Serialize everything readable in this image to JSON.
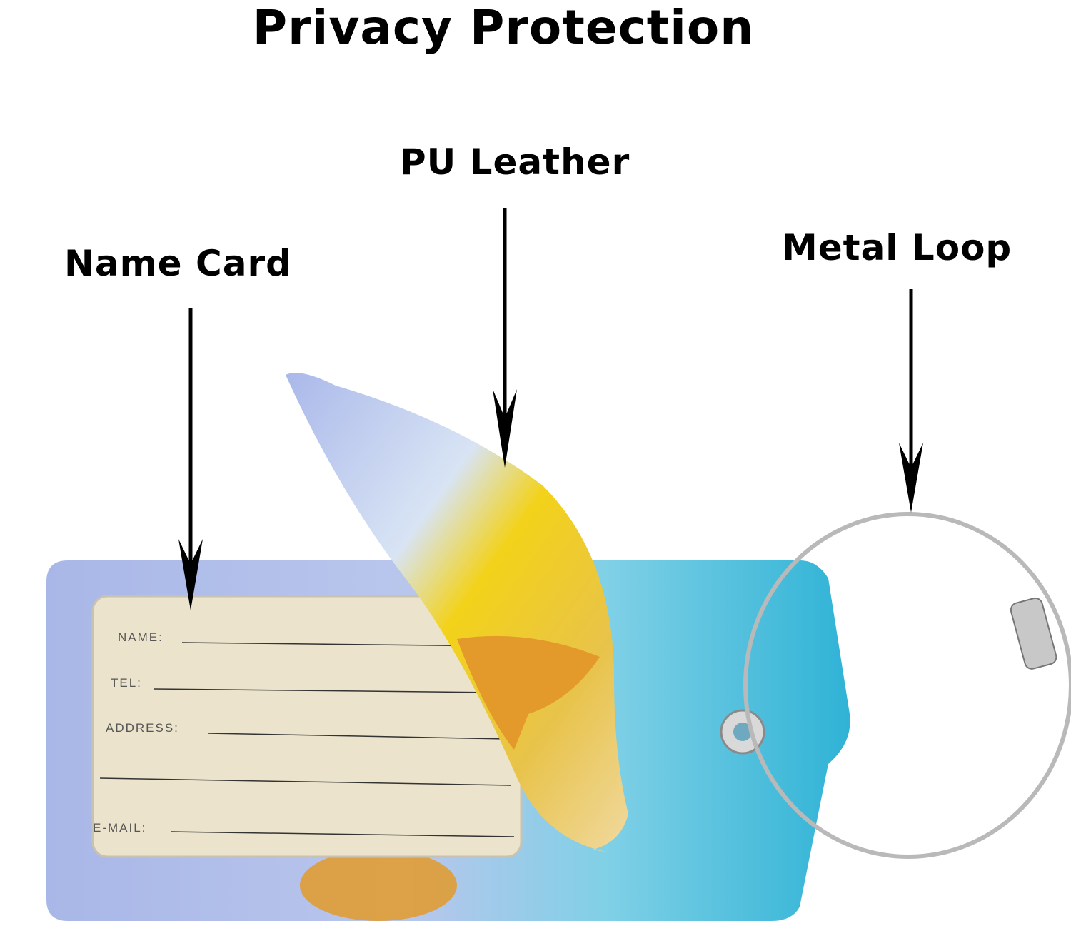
{
  "title": "Privacy Protection",
  "callouts": {
    "pu_leather": "PU Leather",
    "name_card": "Name Card",
    "metal_loop": "Metal Loop"
  },
  "card_fields": [
    "NAME:",
    "TEL:",
    "ADDRESS:",
    "",
    "E-MAIL:"
  ],
  "colors": {
    "tag_left": "#a9b7e8",
    "tag_right": "#2fb3d6",
    "card": "#ece3cc",
    "flower": "#f3d21a",
    "butterfly": "#e39a2a"
  }
}
